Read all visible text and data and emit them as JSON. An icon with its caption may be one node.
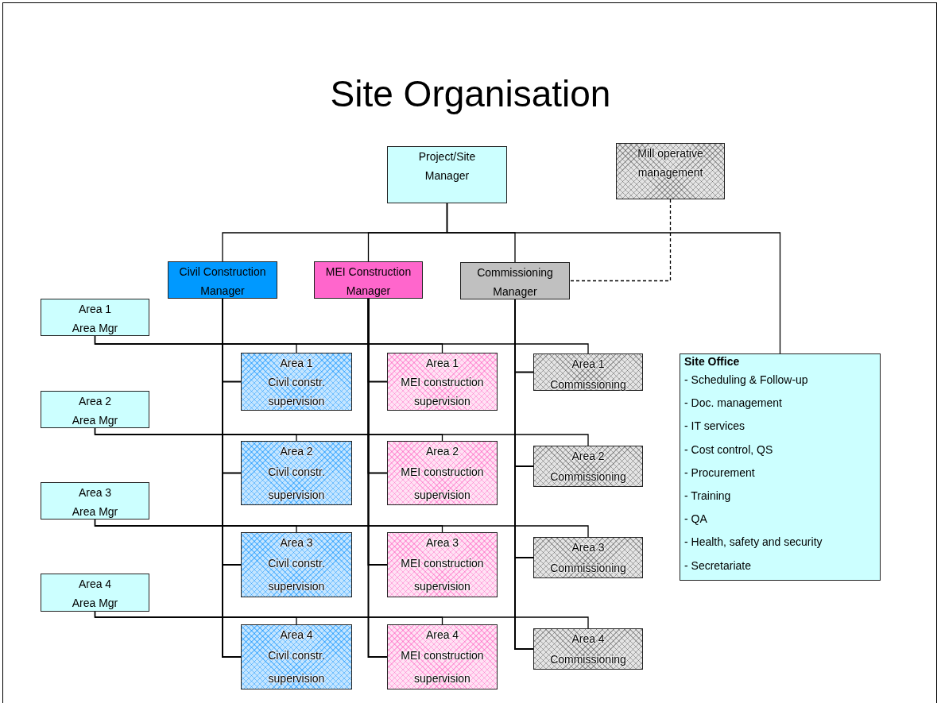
{
  "diagram": {
    "title": "Site Organisation",
    "nodes": [
      {
        "text": [
          "Project/Site Manager"
        ]
      },
      {
        "text": [
          "Mill operative management"
        ]
      },
      {
        "text": [
          "Civil Construction Manager"
        ]
      },
      {
        "text": [
          "MEI Construction Manager"
        ]
      },
      {
        "text": [
          "Commissioning Manager"
        ]
      },
      {
        "text": [
          "Site Office",
          "- Scheduling & Follow-up",
          "- Doc. management",
          "- IT services",
          "- Cost control, QS",
          "- Procurement",
          "- Training",
          "- QA",
          "- Health, safety and security",
          "- Secretariate"
        ]
      },
      {
        "text": [
          "Area 1",
          "Area Mgr"
        ]
      },
      {
        "text": [
          "Area 1",
          "Civil constr. supervision"
        ]
      },
      {
        "text": [
          "Area 1",
          "MEI construction supervision"
        ]
      },
      {
        "text": [
          "Area 1",
          "Commissioning"
        ]
      },
      {
        "text": [
          "Area 2",
          "Area Mgr"
        ]
      },
      {
        "text": [
          "Area 2",
          "Civil constr. supervision"
        ]
      },
      {
        "text": [
          "Area 2",
          "MEI construction supervision"
        ]
      },
      {
        "text": [
          "Area 2",
          "Commissioning"
        ]
      },
      {
        "text": [
          "Area 3",
          "Area Mgr"
        ]
      },
      {
        "text": [
          "Area 3",
          "Civil constr. supervision"
        ]
      },
      {
        "text": [
          "Area 3",
          "MEI construction supervision"
        ]
      },
      {
        "text": [
          "Area 3",
          "Commissioning"
        ]
      },
      {
        "text": [
          "Area 4",
          "Area Mgr"
        ]
      },
      {
        "text": [
          "Area 4",
          "Civil constr. supervision"
        ]
      },
      {
        "text": [
          "Area 4",
          "MEI construction supervision"
        ]
      },
      {
        "text": [
          "Area 4",
          "Commissioning"
        ]
      }
    ],
    "edges": [
      {
        "from": 0,
        "to": 2,
        "arrow": "none"
      },
      {
        "from": 0,
        "to": 3,
        "arrow": "none"
      },
      {
        "from": 0,
        "to": 4,
        "arrow": "none"
      },
      {
        "from": 0,
        "to": 5,
        "arrow": "none"
      },
      {
        "from": 1,
        "to": 4,
        "arrow": "none",
        "style": "dashed"
      },
      {
        "from": 6,
        "to": 7,
        "arrow": "none"
      },
      {
        "from": 6,
        "to": 8,
        "arrow": "none"
      },
      {
        "from": 6,
        "to": 9,
        "arrow": "none"
      },
      {
        "from": 10,
        "to": 11,
        "arrow": "none"
      },
      {
        "from": 10,
        "to": 12,
        "arrow": "none"
      },
      {
        "from": 10,
        "to": 13,
        "arrow": "none"
      },
      {
        "from": 14,
        "to": 15,
        "arrow": "none"
      },
      {
        "from": 14,
        "to": 16,
        "arrow": "none"
      },
      {
        "from": 14,
        "to": 17,
        "arrow": "none"
      },
      {
        "from": 18,
        "to": 19,
        "arrow": "none"
      },
      {
        "from": 18,
        "to": 20,
        "arrow": "none"
      },
      {
        "from": 18,
        "to": 21,
        "arrow": "none"
      },
      {
        "from": 2,
        "to": 7,
        "arrow": "none"
      },
      {
        "from": 2,
        "to": 11,
        "arrow": "none"
      },
      {
        "from": 2,
        "to": 15,
        "arrow": "none"
      },
      {
        "from": 2,
        "to": 19,
        "arrow": "none"
      },
      {
        "from": 3,
        "to": 8,
        "arrow": "none"
      },
      {
        "from": 3,
        "to": 12,
        "arrow": "none"
      },
      {
        "from": 3,
        "to": 16,
        "arrow": "none"
      },
      {
        "from": 3,
        "to": 20,
        "arrow": "none"
      },
      {
        "from": 4,
        "to": 9,
        "arrow": "none"
      },
      {
        "from": 4,
        "to": 13,
        "arrow": "none"
      },
      {
        "from": 4,
        "to": 17,
        "arrow": "none"
      },
      {
        "from": 4,
        "to": 21,
        "arrow": "none"
      }
    ]
  }
}
